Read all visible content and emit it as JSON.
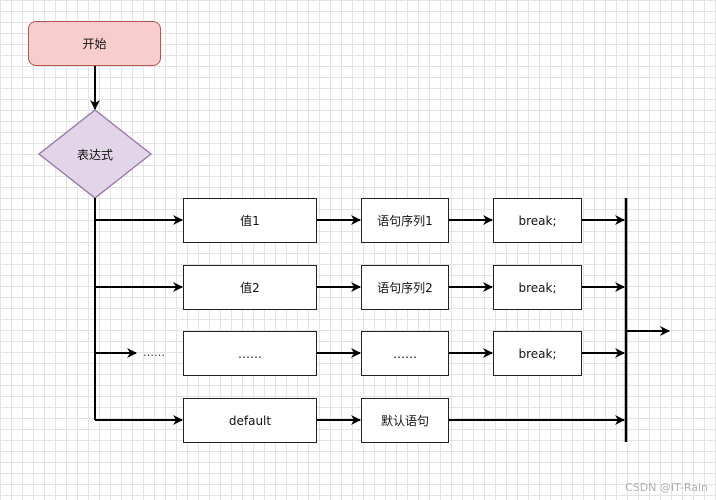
{
  "start": {
    "label": "开始"
  },
  "decision": {
    "label": "表达式"
  },
  "rows": [
    {
      "value": "值1",
      "statements": "语句序列1",
      "break": "break;"
    },
    {
      "value": "值2",
      "statements": "语句序列2",
      "break": "break;"
    },
    {
      "lead": "……",
      "value": "……",
      "statements": "……",
      "break": "break;"
    },
    {
      "value": "default",
      "statements": "默认语句"
    }
  ],
  "watermark": "CSDN @IT-Rain",
  "colors": {
    "start_fill": "#f8cecc",
    "start_border": "#b85450",
    "decision_fill": "#e1d5e7",
    "decision_border": "#9673a6"
  }
}
